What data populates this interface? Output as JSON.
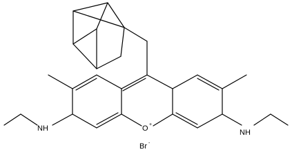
{
  "structure": {
    "atom_labels": {
      "nitrogen_left": "NH",
      "nitrogen_right": "NH",
      "oxygen": "O",
      "oxygen_charge": "+",
      "bromine": "Br",
      "bromine_charge": "-"
    }
  }
}
